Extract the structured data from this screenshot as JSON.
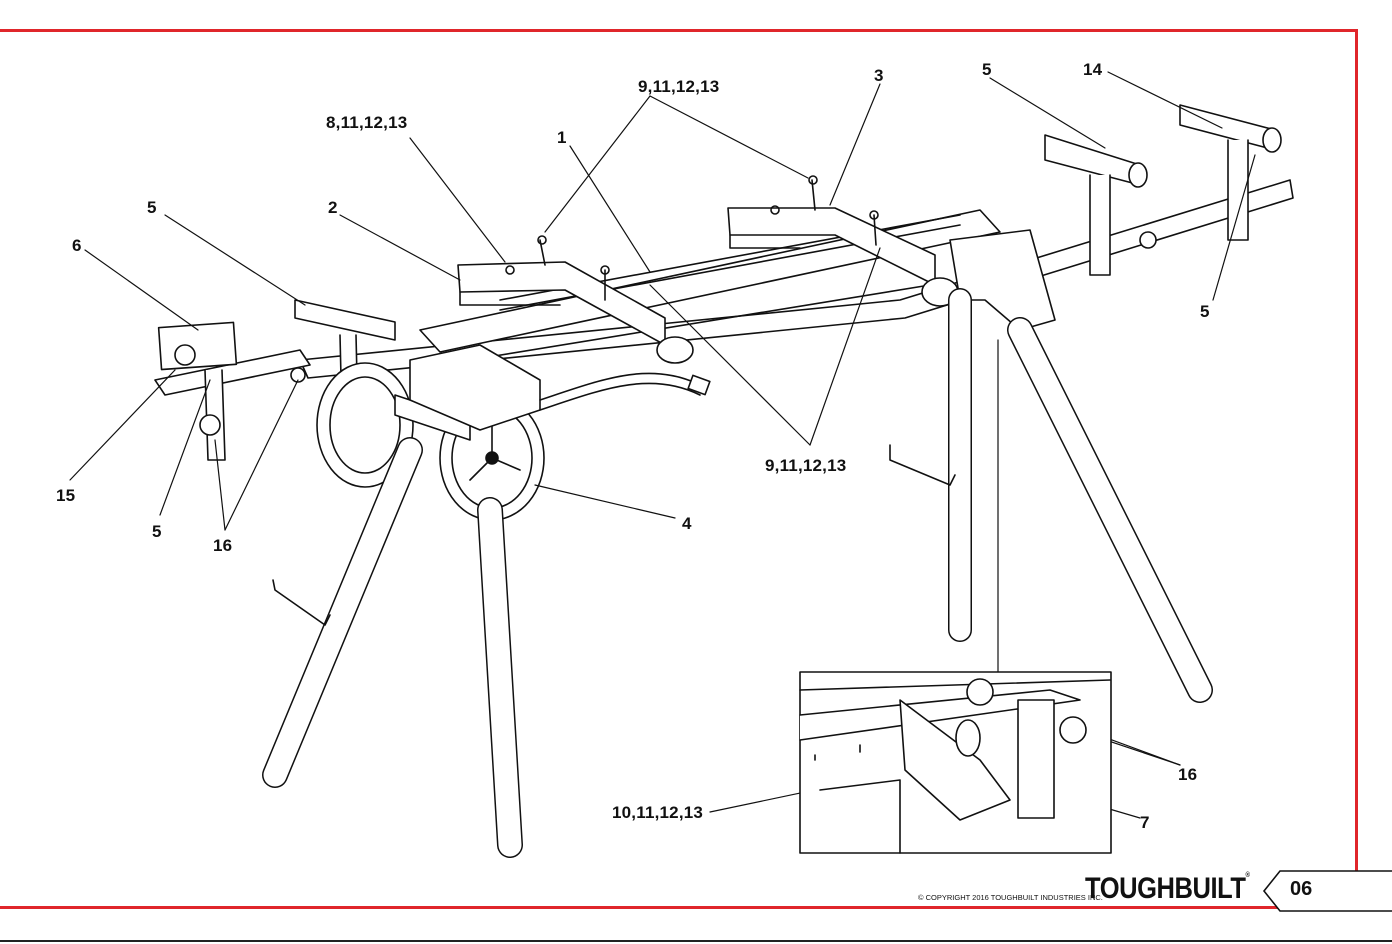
{
  "callouts": [
    {
      "id": "c-9-11-12-13-top",
      "text": "9,11,12,13"
    },
    {
      "id": "c-3",
      "text": "3"
    },
    {
      "id": "c-5-top",
      "text": "5"
    },
    {
      "id": "c-14",
      "text": "14"
    },
    {
      "id": "c-8-11-12-13",
      "text": "8,11,12,13"
    },
    {
      "id": "c-1",
      "text": "1"
    },
    {
      "id": "c-5-left",
      "text": "5"
    },
    {
      "id": "c-2",
      "text": "2"
    },
    {
      "id": "c-6",
      "text": "6"
    },
    {
      "id": "c-5-right",
      "text": "5"
    },
    {
      "id": "c-9-11-12-13-mid",
      "text": "9,11,12,13"
    },
    {
      "id": "c-15",
      "text": "15"
    },
    {
      "id": "c-5-bottom",
      "text": "5"
    },
    {
      "id": "c-16-bottom",
      "text": "16"
    },
    {
      "id": "c-4",
      "text": "4"
    },
    {
      "id": "c-16-inset",
      "text": "16"
    },
    {
      "id": "c-10-11-12-13",
      "text": "10,11,12,13"
    },
    {
      "id": "c-7",
      "text": "7"
    }
  ],
  "footer": {
    "copyright": "© COPYRIGHT 2016 TOUGHBUILT INDUSTRIES INC.",
    "brand": "TOUGHBUILT",
    "brand_mark": "®",
    "page_number": "06"
  },
  "colors": {
    "frame_red": "#e0262b",
    "line": "#111111"
  }
}
